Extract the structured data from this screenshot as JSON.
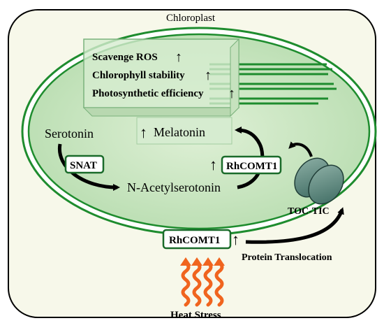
{
  "labels": {
    "chloroplast": "Chloroplast",
    "scavenge_ros": "Scavenge ROS",
    "chlorophyll_stability": "Chlorophyll stability",
    "photosynthetic_efficiency": "Photosynthetic efficiency",
    "melatonin": "Melatonin",
    "serotonin": "Serotonin",
    "snat": "SNAT",
    "n_acetylserotonin": "N-Acetylserotonin",
    "rhcomt1_inside": "RhCOMT1",
    "rhcomt1_outside": "RhCOMT1",
    "toc_tic": "TOC-TIC",
    "protein_translocation": "Protein Translocation",
    "heat_stress": "Heat Stress"
  },
  "up_arrow_glyph": "↑",
  "colors": {
    "cell_fill": "#f7f8ea",
    "chloroplast_green": "#1e8c2e",
    "chloroplast_fill": "#c9e6c0",
    "box_border": "#1a6b2a",
    "channel": "#4f7d74",
    "heat": "#f0641e"
  }
}
